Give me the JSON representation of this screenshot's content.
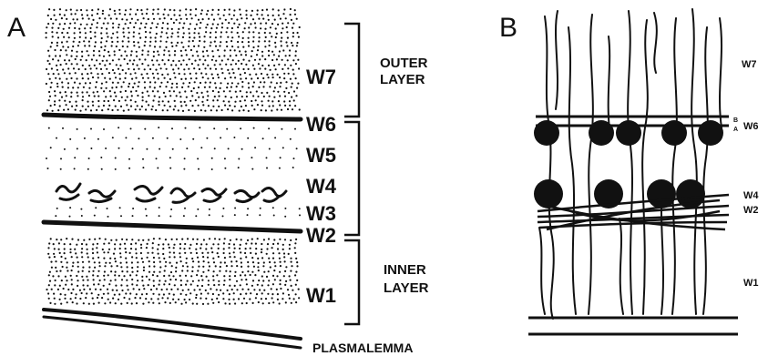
{
  "panel_a": {
    "letter": "A",
    "labels": [
      "W7",
      "W6",
      "W5",
      "W4",
      "W3",
      "W2",
      "W1"
    ],
    "outer_layer": [
      "OUTER",
      "LAYER"
    ],
    "inner_layer": [
      "INNER",
      "LAYER"
    ],
    "plasmalemma": "PLASMALEMMA"
  },
  "panel_b": {
    "letter": "B",
    "labels": [
      "W7",
      "W6",
      "W4",
      "W2",
      "W1"
    ],
    "small_marks": [
      "B",
      "A"
    ]
  },
  "colors": {
    "ink": "#111111",
    "paper": "#ffffff"
  }
}
